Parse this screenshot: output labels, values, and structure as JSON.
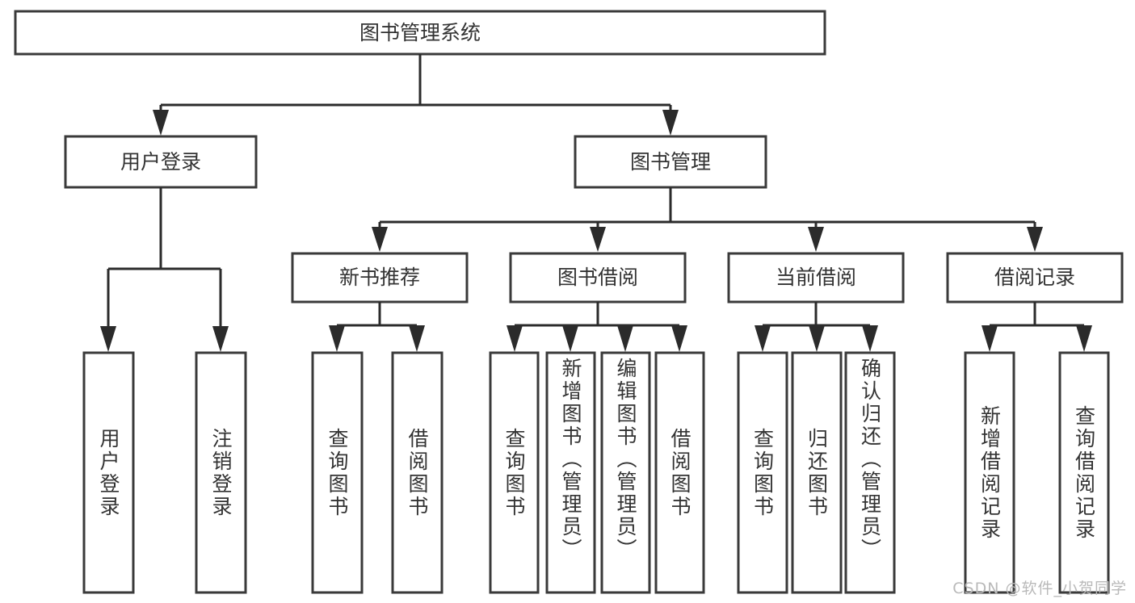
{
  "diagram": {
    "title": "图书管理系统",
    "type": "hierarchy-tree",
    "watermark": "CSDN @软件_小贺同学",
    "colors": {
      "box_stroke": "#3a3a3a",
      "connector": "#2b2b2b",
      "text": "#333333",
      "background": "#ffffff",
      "watermark": "#b9b9b9"
    },
    "root": {
      "label": "图书管理系统"
    },
    "level2": [
      {
        "label": "用户登录"
      },
      {
        "label": "图书管理"
      }
    ],
    "level3": [
      {
        "label": "新书推荐"
      },
      {
        "label": "图书借阅"
      },
      {
        "label": "当前借阅"
      },
      {
        "label": "借阅记录"
      }
    ],
    "leaves": {
      "user_login": [
        {
          "label": "用户登录"
        },
        {
          "label": "注销登录"
        }
      ],
      "new_book_recommend": [
        {
          "label": "查询图书"
        },
        {
          "label": "借阅图书"
        }
      ],
      "book_borrow": [
        {
          "label": "查询图书"
        },
        {
          "label": "新增图书（管理员）"
        },
        {
          "label": "编辑图书（管理员）"
        },
        {
          "label": "借阅图书"
        }
      ],
      "current_borrow": [
        {
          "label": "查询图书"
        },
        {
          "label": "归还图书"
        },
        {
          "label": "确认归还（管理员）"
        }
      ],
      "borrow_record": [
        {
          "label": "新增借阅记录"
        },
        {
          "label": "查询借阅记录"
        }
      ]
    }
  }
}
